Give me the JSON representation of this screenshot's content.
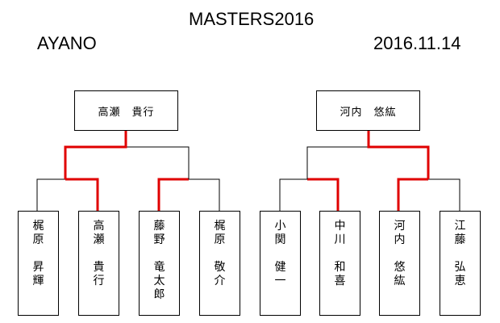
{
  "title": "MASTERS2016",
  "left_label": "AYANO",
  "date": "2016.11.14",
  "winners": [
    {
      "name": "高瀬　貴行"
    },
    {
      "name": "河内　悠紘"
    }
  ],
  "players": [
    {
      "surname": [
        "梶",
        "原"
      ],
      "given": [
        "昇",
        "輝"
      ],
      "advanced": false
    },
    {
      "surname": [
        "高",
        "瀬"
      ],
      "given": [
        "貴",
        "行"
      ],
      "advanced": true
    },
    {
      "surname": [
        "藤",
        "野"
      ],
      "given": [
        "竜",
        "太",
        "郎"
      ],
      "advanced": true
    },
    {
      "surname": [
        "梶",
        "原"
      ],
      "given": [
        "敬",
        "介"
      ],
      "advanced": false
    },
    {
      "surname": [
        "小",
        "関"
      ],
      "given": [
        "健",
        "一"
      ],
      "advanced": false
    },
    {
      "surname": [
        "中",
        "川"
      ],
      "given": [
        "和",
        "喜"
      ],
      "advanced": true
    },
    {
      "surname": [
        "河",
        "内"
      ],
      "given": [
        "悠",
        "紘"
      ],
      "advanced": true
    },
    {
      "surname": [
        "江",
        "藤"
      ],
      "given": [
        "弘",
        "恵"
      ],
      "advanced": false
    }
  ],
  "semifinal_winners": [
    "高瀬　貴行",
    "藤野　竜太郎",
    "中川　和喜",
    "河内　悠紘"
  ],
  "colors": {
    "line": "#000000",
    "winner_line": "#e00000",
    "background": "#ffffff"
  }
}
